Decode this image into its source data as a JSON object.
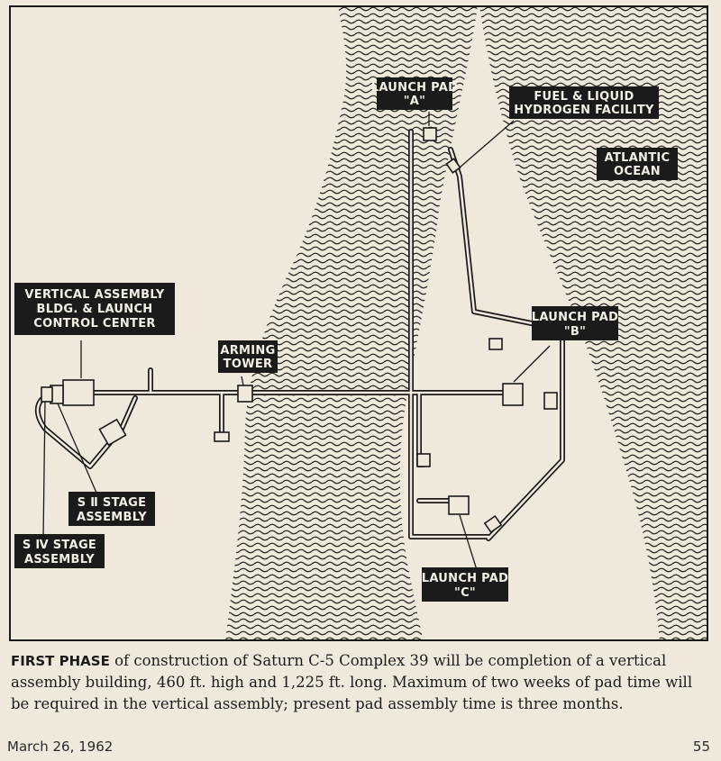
{
  "map": {
    "labels": {
      "launch_pad_a": [
        "LAUNCH PAD",
        "\"A\""
      ],
      "fuel_facility": [
        "FUEL & LIQUID",
        "HYDROGEN FACILITY"
      ],
      "atlantic_ocean": [
        "ATLANTIC",
        "OCEAN"
      ],
      "vab": [
        "VERTICAL ASSEMBLY",
        "BLDG. & LAUNCH",
        "CONTROL CENTER"
      ],
      "arming_tower": [
        "ARMING",
        "TOWER"
      ],
      "launch_pad_b": [
        "LAUNCH PAD",
        "\"B\""
      ],
      "s2_stage": [
        "S Ⅱ STAGE",
        "ASSEMBLY"
      ],
      "s4_stage": [
        "S Ⅳ STAGE",
        "ASSEMBLY"
      ],
      "launch_pad_c": [
        "LAUNCH PAD",
        "\"C\""
      ]
    }
  },
  "caption": {
    "lead": "FIRST PHASE",
    "body": " of construction of Saturn C-5 Complex 39 will be completion of a vertical assembly building, 460 ft. high and 1,225 ft. long. Maximum of two weeks of pad time will be required in the vertical assembly; present pad assembly time is three months."
  },
  "footer": {
    "date": "March 26, 1962",
    "page": "55"
  },
  "colors": {
    "paper": "#efe9db",
    "ink": "#1a1a1a",
    "label_bg": "#1b1b1b",
    "label_text": "#f2efe6"
  }
}
